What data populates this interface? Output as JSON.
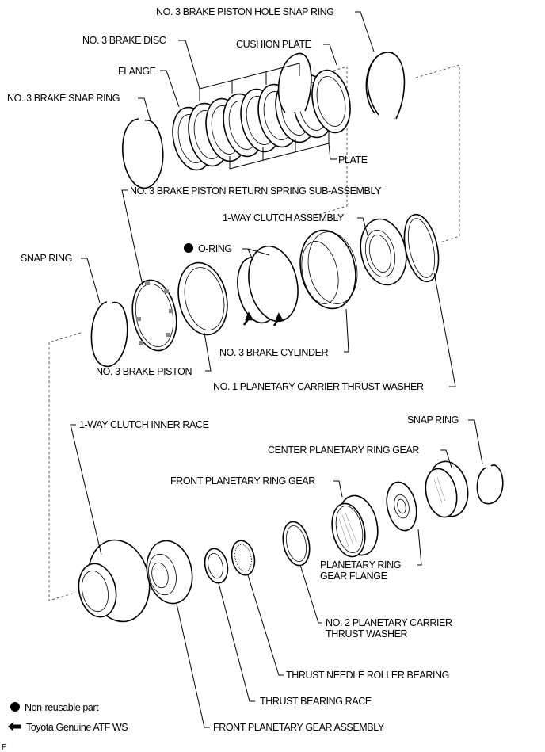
{
  "labels": {
    "no3_brake_piston_hole_snap_ring": "NO. 3 BRAKE PISTON HOLE SNAP RING",
    "no3_brake_disc": "NO. 3 BRAKE DISC",
    "cushion_plate": "CUSHION PLATE",
    "flange": "FLANGE",
    "no3_brake_snap_ring": "NO. 3 BRAKE SNAP RING",
    "plate": "PLATE",
    "no3_brake_piston_return_spring": "NO. 3 BRAKE PISTON RETURN SPRING SUB-ASSEMBLY",
    "one_way_clutch_assembly": "1-WAY CLUTCH ASSEMBLY",
    "o_ring": "O-RING",
    "snap_ring_1": "SNAP RING",
    "no3_brake_cylinder": "NO. 3 BRAKE CYLINDER",
    "no3_brake_piston": "NO. 3 BRAKE PISTON",
    "no1_planetary_carrier_thrust_washer": "NO. 1 PLANETARY CARRIER THRUST WASHER",
    "one_way_clutch_inner_race": "1-WAY CLUTCH INNER RACE",
    "snap_ring_2": "SNAP RING",
    "center_planetary_ring_gear": "CENTER PLANETARY RING GEAR",
    "front_planetary_ring_gear": "FRONT PLANETARY RING GEAR",
    "planetary_ring_gear_flange_line1": "PLANETARY RING",
    "planetary_ring_gear_flange_line2": "GEAR FLANGE",
    "no2_planetary_carrier_thrust_washer_line1": "NO. 2 PLANETARY CARRIER",
    "no2_planetary_carrier_thrust_washer_line2": "THRUST WASHER",
    "thrust_needle_roller_bearing": "THRUST NEEDLE ROLLER BEARING",
    "thrust_bearing_race": "THRUST BEARING RACE",
    "front_planetary_gear_assembly": "FRONT PLANETARY GEAR ASSEMBLY"
  },
  "legend": {
    "non_reusable": {
      "icon": "filled-circle-icon",
      "label": "Non-reusable part"
    },
    "atf": {
      "icon": "arrow-left-icon",
      "label": "Toyota Genuine ATF WS"
    }
  },
  "corner_mark": "P"
}
